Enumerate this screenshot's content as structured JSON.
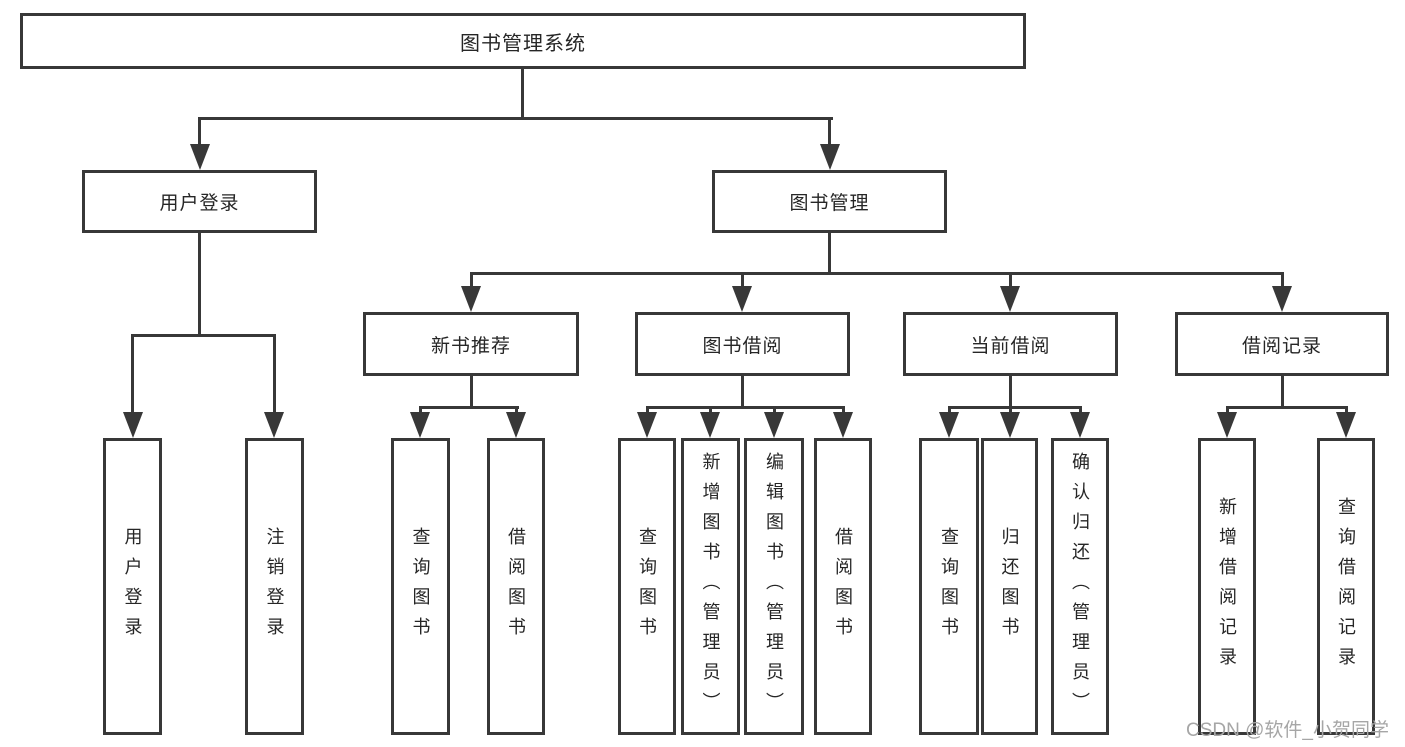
{
  "diagram": {
    "title": "图书管理系统",
    "level2": [
      {
        "label": "用户登录"
      },
      {
        "label": "图书管理"
      }
    ],
    "level3": [
      {
        "label": "新书推荐",
        "parent": "图书管理"
      },
      {
        "label": "图书借阅",
        "parent": "图书管理"
      },
      {
        "label": "当前借阅",
        "parent": "图书管理"
      },
      {
        "label": "借阅记录",
        "parent": "图书管理"
      }
    ],
    "leaves": [
      {
        "label": "用户登录",
        "parent": "用户登录"
      },
      {
        "label": "注销登录",
        "parent": "用户登录"
      },
      {
        "label": "查询图书",
        "parent": "新书推荐"
      },
      {
        "label": "借阅图书",
        "parent": "新书推荐"
      },
      {
        "label": "查询图书",
        "parent": "图书借阅"
      },
      {
        "label": "新增图书（管理员）",
        "parent": "图书借阅"
      },
      {
        "label": "编辑图书（管理员）",
        "parent": "图书借阅"
      },
      {
        "label": "借阅图书",
        "parent": "图书借阅"
      },
      {
        "label": "查询图书",
        "parent": "当前借阅"
      },
      {
        "label": "归还图书",
        "parent": "当前借阅"
      },
      {
        "label": "确认归还（管理员）",
        "parent": "当前借阅"
      },
      {
        "label": "新增借阅记录",
        "parent": "借阅记录"
      },
      {
        "label": "查询借阅记录",
        "parent": "借阅记录"
      }
    ]
  },
  "watermark": "CSDN @软件_小贺同学",
  "colors": {
    "line": "#383838",
    "text": "#262626",
    "watermark": "#a6a6a6",
    "background": "#ffffff"
  }
}
